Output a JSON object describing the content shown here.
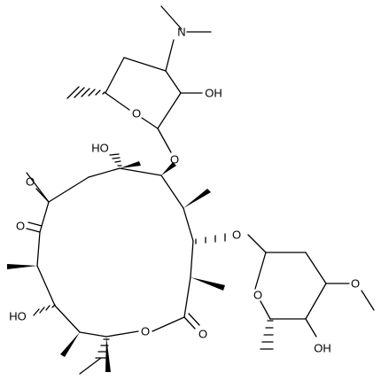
{
  "molecule": {
    "atom_labels": {
      "n_dimethylamino": "N",
      "oh_desosamine": "OH",
      "o_desosamine_ring": "O",
      "o_glycoside_top": "O",
      "ho_c11": "HO",
      "o_epoxide": "O",
      "o_ketone": "O",
      "ho_c3": "HO",
      "o_lactone_ring": "O",
      "o_lactone_carbonyl": "O",
      "o_glycoside_right": "O",
      "o_cladinose_ring": "O",
      "o_methoxy": "O",
      "oh_cladinose": "OH"
    }
  },
  "colors": {
    "ink": "#000000",
    "background": "#ffffff"
  }
}
